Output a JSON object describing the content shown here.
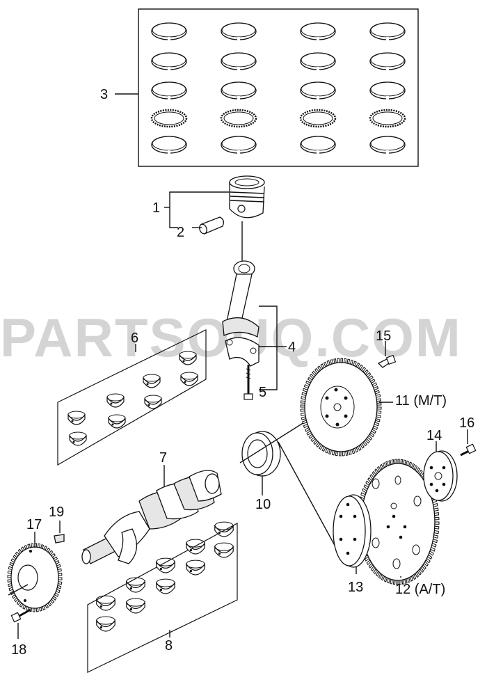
{
  "watermark": "PARTSOUQ.COM",
  "callouts": {
    "c1": "1",
    "c2": "2",
    "c3": "3",
    "c4": "4",
    "c5": "5",
    "c6": "6",
    "c7": "7",
    "c8": "8",
    "c10": "10",
    "c11": "11 (M/T)",
    "c12": "12 (A/T)",
    "c13": "13",
    "c14": "14",
    "c15": "15",
    "c16": "16",
    "c17": "17",
    "c18": "18",
    "c19": "19"
  },
  "parts": {
    "piston_rings_set": "piston-ring-set",
    "piston": "piston",
    "piston_pin": "piston-pin",
    "connecting_rod": "connecting-rod",
    "rod_bearings": "connecting-rod-bearing-set",
    "crankshaft": "crankshaft",
    "main_bearings": "crankshaft-main-bearing-set",
    "oil_seal": "crankshaft-rear-oil-seal",
    "flywheel_mt": "flywheel",
    "drive_plate_at": "drive-plate",
    "adapter_plate": "adapter-plate",
    "spacer_plate": "spacer-plate",
    "timing_gear": "crankshaft-timing-gear",
    "woodruff_key": "woodruff-key"
  }
}
